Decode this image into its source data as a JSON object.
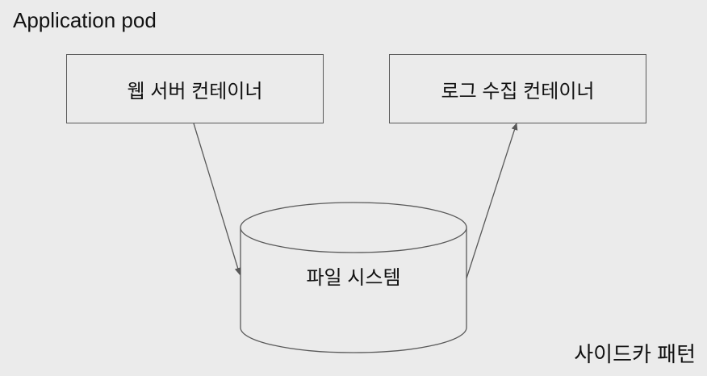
{
  "title": "Application pod",
  "nodes": {
    "web_server": "웹 서버 컨테이너",
    "log_collector": "로그 수집 컨테이너",
    "file_system": "파일 시스템"
  },
  "caption": "사이드카 패턴",
  "colors": {
    "background": "#ebebeb",
    "stroke": "#595959",
    "text": "#111111"
  }
}
